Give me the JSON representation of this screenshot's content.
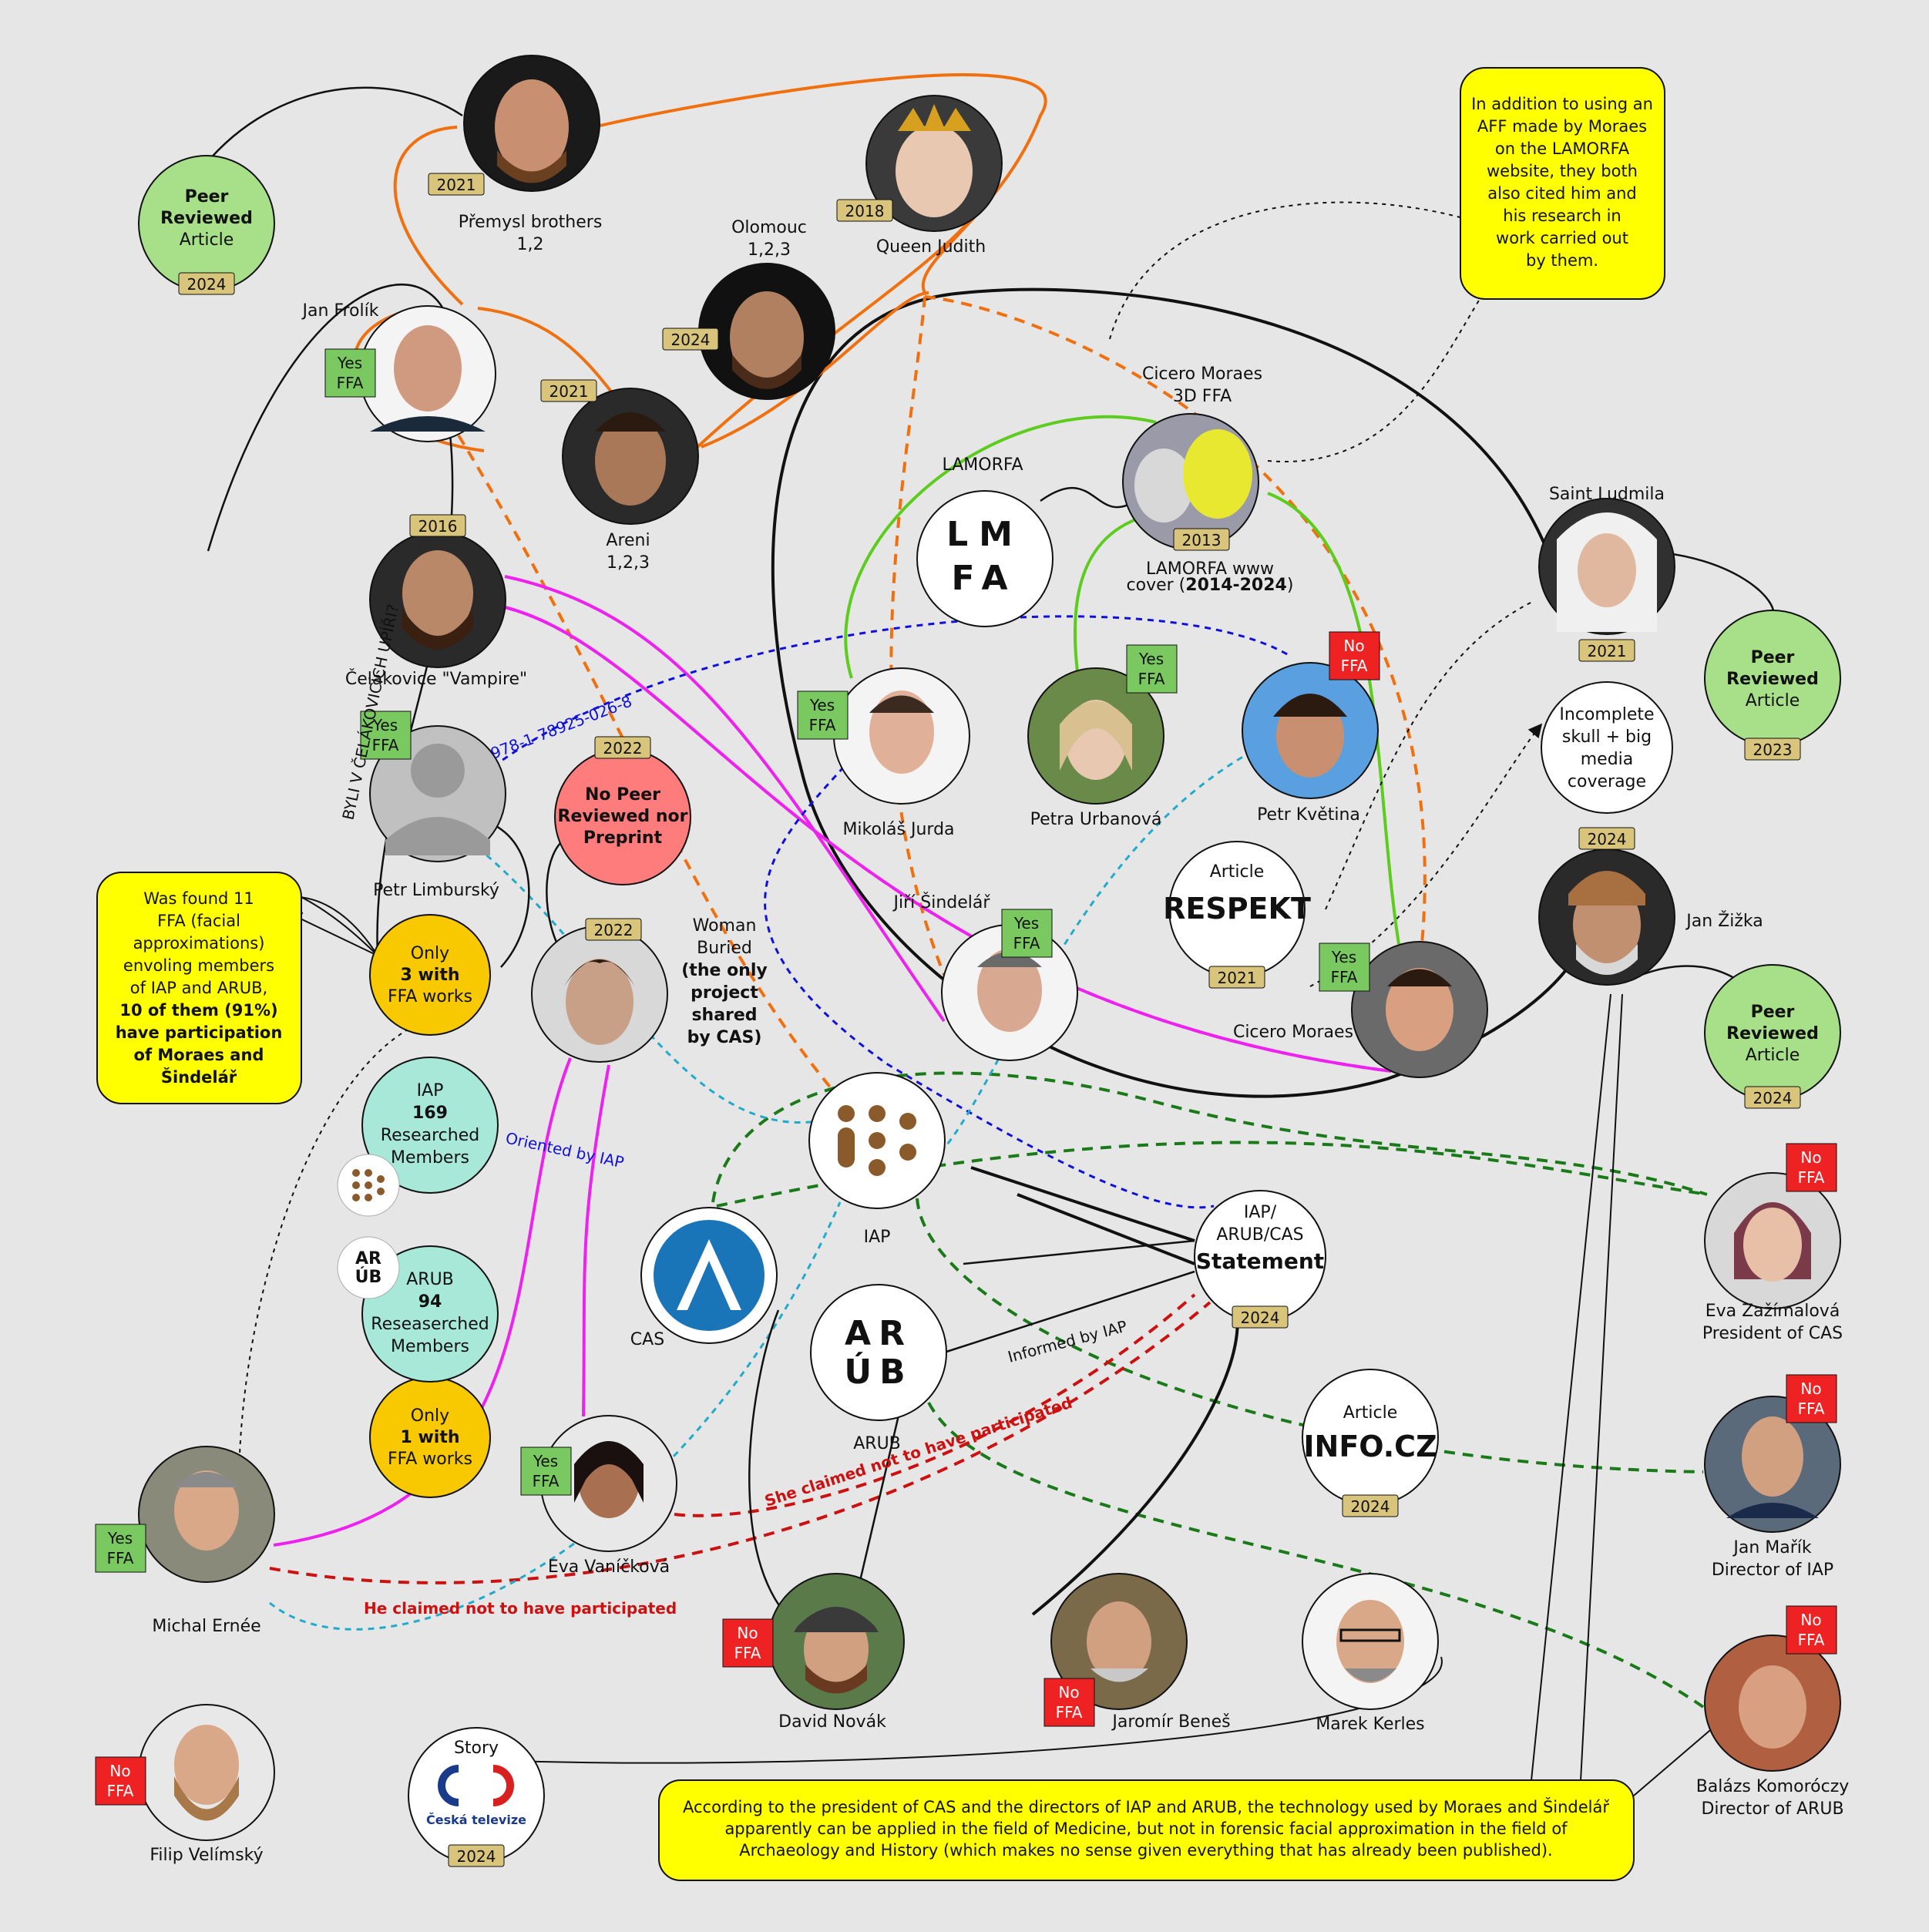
{
  "colors": {
    "background": "#e6e6e6",
    "orange": "#f07010",
    "green": "#5ccc1e",
    "magenta": "#ee22ee",
    "blue": "#1010dd",
    "darkgreen": "#1a7a1a",
    "red": "#cc1111",
    "cyan": "#22aacc",
    "yellow_box": "#ffff00",
    "peer_green": "#a8e08a",
    "no_peer_red": "#ff7c7c",
    "year_tan": "#d8c47a",
    "members_teal": "#a8e8d8",
    "only_orange": "#f8c800",
    "yes_green": "#7ac860",
    "no_red": "#ee2222"
  },
  "nodes": {
    "premysl": {
      "label": "Přemysl brothers",
      "sub": "1,2",
      "year": "2021",
      "icon": "face-portrait"
    },
    "judith": {
      "label": "Queen Judith",
      "year": "2018",
      "icon": "crowned-face-portrait"
    },
    "olomouc": {
      "label": "Olomouc",
      "sub": "1,2,3",
      "year": "2024",
      "icon": "face-portrait"
    },
    "areni": {
      "label": "Areni",
      "sub": "1,2,3",
      "year": "2021",
      "icon": "face-portrait"
    },
    "frolik": {
      "label": "Jan Frolík",
      "badge": "Yes\nFFA",
      "icon": "person-photo"
    },
    "peer1": {
      "title": "Peer",
      "title2": "Reviewed",
      "sub": "Article",
      "year": "2024"
    },
    "peer2": {
      "title": "Peer",
      "title2": "Reviewed",
      "sub": "Article",
      "year": "2023"
    },
    "peer3": {
      "title": "Peer",
      "title2": "Reviewed",
      "sub": "Article",
      "year": "2024"
    },
    "vampire": {
      "label": "Čelákovice \"Vampire\"",
      "year": "2016",
      "icon": "face-portrait"
    },
    "limbursky": {
      "label": "Petr Limburský",
      "badge": "Yes\nFFA",
      "icon": "person-silhouette"
    },
    "nopeer": {
      "line1": "No Peer",
      "line2": "Reviewed nor",
      "line3": "Preprint",
      "year": "2022"
    },
    "woman": {
      "year": "2022",
      "icon": "face-portrait"
    },
    "woman_note": {
      "l1": "Woman",
      "l2": "Buried",
      "l3": "(the only",
      "l4": "project",
      "l5": "shared",
      "l6": "by CAS)"
    },
    "only3": {
      "l1": "Only",
      "l2": "3 with",
      "l3": "FFA works"
    },
    "only1": {
      "l1": "Only",
      "l2": "1 with",
      "l3": "FFA works"
    },
    "iap_members": {
      "l1": "IAP",
      "l2": "169",
      "l3": "Researched",
      "l4": "Members"
    },
    "arub_members": {
      "l1": "ARUB",
      "l2": "94",
      "l3": "Reseaserched",
      "l4": "Members"
    },
    "cas": {
      "label": "CAS",
      "icon": "cas-logo"
    },
    "iap": {
      "label": "IAP",
      "icon": "iap-logo"
    },
    "arub": {
      "label": "ARUB",
      "icon": "arub-logo",
      "logo_text": "AR\nÚB"
    },
    "lamorfa": {
      "label": "LAMORFA",
      "logo_text": "LM\nFA"
    },
    "cicero3d": {
      "label": "Cicero Moraes",
      "label2": "3D FFA",
      "year": "2013",
      "caption1": "LAMORFA www",
      "caption2": "cover (",
      "caption2b": "2014-2024",
      "caption2c": ")",
      "icon": "skull-3d-render"
    },
    "jurda": {
      "label": "Mikoláš Jurda",
      "badge": "Yes\nFFA",
      "icon": "person-photo"
    },
    "urbanova": {
      "label": "Petra Urbanová",
      "badge": "Yes\nFFA",
      "icon": "person-photo"
    },
    "kvetina": {
      "label": "Petr Květina",
      "badge": "No\nFFA",
      "icon": "person-photo"
    },
    "ludmila": {
      "label": "Saint Ludmila",
      "year": "2021",
      "icon": "nun-face-portrait"
    },
    "incomplete": {
      "l1": "Incomplete",
      "l2": "skull + big",
      "l3": "media",
      "l4": "coverage"
    },
    "zizka": {
      "label": "Jan Žižka",
      "year": "2024",
      "icon": "face-portrait"
    },
    "respekt": {
      "label": "Article",
      "logo": "RESPEKT",
      "year": "2021"
    },
    "sindelar": {
      "label": "Jiří Šindelář",
      "badge": "Yes\nFFA",
      "icon": "person-photo"
    },
    "moraes": {
      "label": "Cicero Moraes",
      "badge": "Yes\nFFA",
      "icon": "person-photo"
    },
    "statement": {
      "l1": "IAP/",
      "l2": "ARUB/CAS",
      "l3": "Statement",
      "year": "2024"
    },
    "zazimalova": {
      "label": "Eva Zažímalová",
      "label2": "President of CAS",
      "badge": "No\nFFA",
      "icon": "person-photo"
    },
    "marik": {
      "label": "Jan Mařík",
      "label2": "Director of IAP",
      "badge": "No\nFFA",
      "icon": "person-photo"
    },
    "komoroczy": {
      "label": "Balázs Komoróczy",
      "label2": "Director of ARUB",
      "badge": "No\nFFA",
      "icon": "person-photo"
    },
    "infocz": {
      "label": "Article",
      "logo": "INFO.CZ",
      "year": "2024"
    },
    "vanickova": {
      "label": "Eva Vaníčková",
      "badge": "Yes\nFFA",
      "icon": "person-photo"
    },
    "ernee": {
      "label": "Michal Ernée",
      "badge": "Yes\nFFA",
      "icon": "person-photo"
    },
    "novak": {
      "label": "David Novák",
      "badge": "No\nFFA",
      "icon": "person-photo"
    },
    "benes": {
      "label": "Jaromír Beneš",
      "badge": "No\nFFA",
      "icon": "person-photo"
    },
    "kerles": {
      "label": "Marek Kerles",
      "icon": "person-photo"
    },
    "velimsky": {
      "label": "Filip Velímský",
      "badge": "No\nFFA",
      "icon": "person-photo"
    },
    "ct": {
      "label": "Story",
      "logo": "Česká televize",
      "year": "2024"
    }
  },
  "notes": {
    "top_right": [
      "In addition to using an",
      "AFF made by Moraes",
      "on the LAMORFA",
      "website, they both",
      "also cited him and",
      "his research in",
      "work carried out",
      "by them."
    ],
    "left": [
      "Was found 11",
      "FFA (facial",
      "approximations)",
      "envoling members",
      "of IAP and ARUB,",
      "10 of them (91%)",
      "have participation",
      "of Moraes and",
      "Šindelář"
    ],
    "bottom": [
      "According to the president of CAS and the directors of IAP and ARUB, the technology used by Moraes and Šindelář",
      "apparently can be applied in the field of Medicine, but not in forensic facial approximation in the field of",
      "Archaeology and History (which makes no sense given everything that has already been published)."
    ]
  },
  "edge_labels": {
    "isbn": "978-1-78925-026-8",
    "vertical": "BYLI V ČELÁKOVICÍCH UPÍŘI?",
    "oriented": "Oriented by IAP",
    "informed": "Informed by IAP",
    "she_claimed": "She claimed not to have participated",
    "he_claimed": "He claimed not to have participated"
  }
}
